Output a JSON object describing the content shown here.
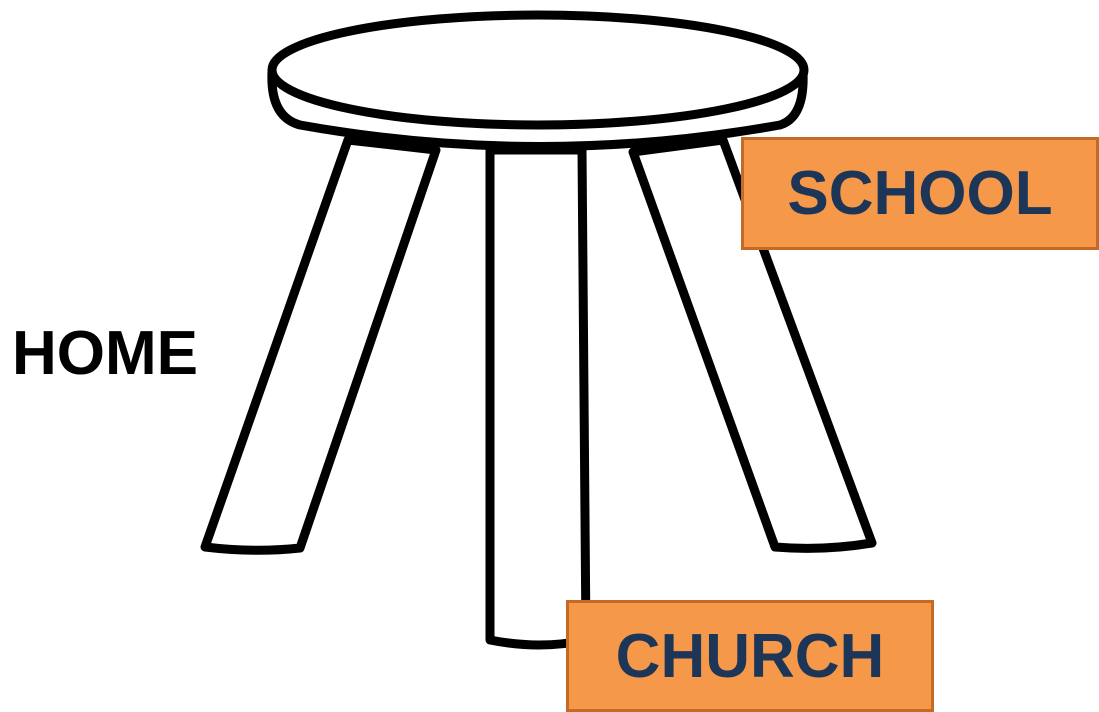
{
  "labels": {
    "home": "HOME",
    "school": "SCHOOL",
    "church": "CHURCH"
  },
  "colors": {
    "box_fill": "#f5984a",
    "box_border": "#c46a26",
    "box_text": "#1d3557",
    "plain_text": "#000000",
    "outline": "#000000"
  },
  "icons": [
    "three-legged-stool-icon"
  ]
}
